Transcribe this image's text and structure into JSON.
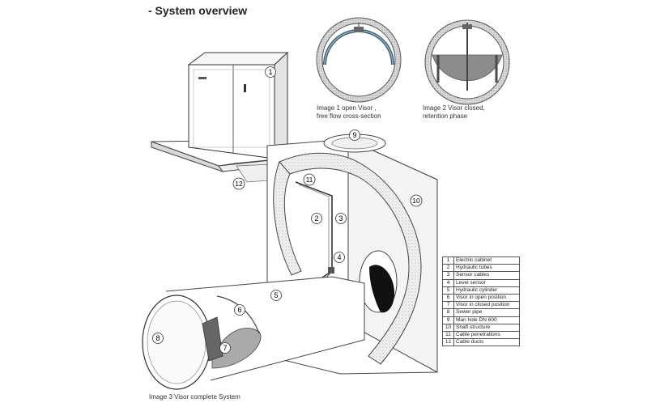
{
  "title": "- System overview",
  "captions": {
    "image1": [
      "Image 1 open Visor ,",
      "free flow cross-section"
    ],
    "image2": [
      "Image 2 Visor closed,",
      "retention phase"
    ],
    "image3": "Image 3 Visor complete System"
  },
  "callouts": [
    "1",
    "2",
    "3",
    "4",
    "5",
    "6",
    "7",
    "8",
    "9",
    "10",
    "11",
    "12"
  ],
  "legend": [
    {
      "num": "1",
      "label": "Electric cabinet"
    },
    {
      "num": "2",
      "label": "Hydraulic tubes"
    },
    {
      "num": "3",
      "label": "Sensor cables"
    },
    {
      "num": "4",
      "label": "Level sensor"
    },
    {
      "num": "5",
      "label": "Hydraulic cylinder"
    },
    {
      "num": "6",
      "label": "Visor in open position"
    },
    {
      "num": "7",
      "label": "Visor in closed position"
    },
    {
      "num": "8",
      "label": "Sewer pipe"
    },
    {
      "num": "9",
      "label": "Man hole DN 600"
    },
    {
      "num": "10",
      "label": "Shaft structure"
    },
    {
      "num": "11",
      "label": "Cable penetrations"
    },
    {
      "num": "12",
      "label": "Cable ducts"
    }
  ]
}
